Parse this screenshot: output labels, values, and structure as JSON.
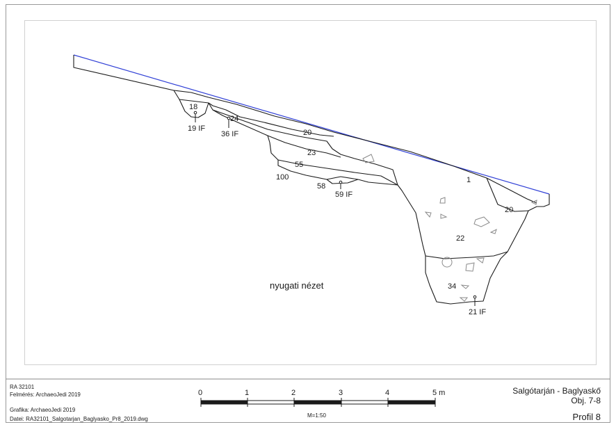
{
  "drawing": {
    "view_label": "nyugati nézet",
    "layer_labels": [
      "1",
      "18",
      "20",
      "20",
      "22",
      "23",
      "24",
      "34",
      "55",
      "58",
      "100"
    ],
    "find_labels": [
      "19 IF",
      "36 IF",
      "59 IF",
      "21 IF"
    ]
  },
  "scale_bar": {
    "ticks": [
      "0",
      "1",
      "2",
      "3",
      "4",
      "5 m"
    ],
    "ratio": "M=1:50"
  },
  "info_left": {
    "project": "RA 32101",
    "survey": "Felmérés: ArchaeoJedi 2019",
    "graphics": "Grafika: ArchaeoJedi 2019",
    "file": "Datei: RA32101_Salgotarjan_Baglyasko_Pr8_2019.dwg"
  },
  "info_right": {
    "site": "Salgótarján - Baglyaskő",
    "object": "Obj. 7-8",
    "profile": "Profil 8"
  },
  "colors": {
    "line": "#1a1a1a",
    "surface": "#2f3fd6",
    "stone": "#8a8a8a",
    "frame": "#b5b5b5"
  }
}
